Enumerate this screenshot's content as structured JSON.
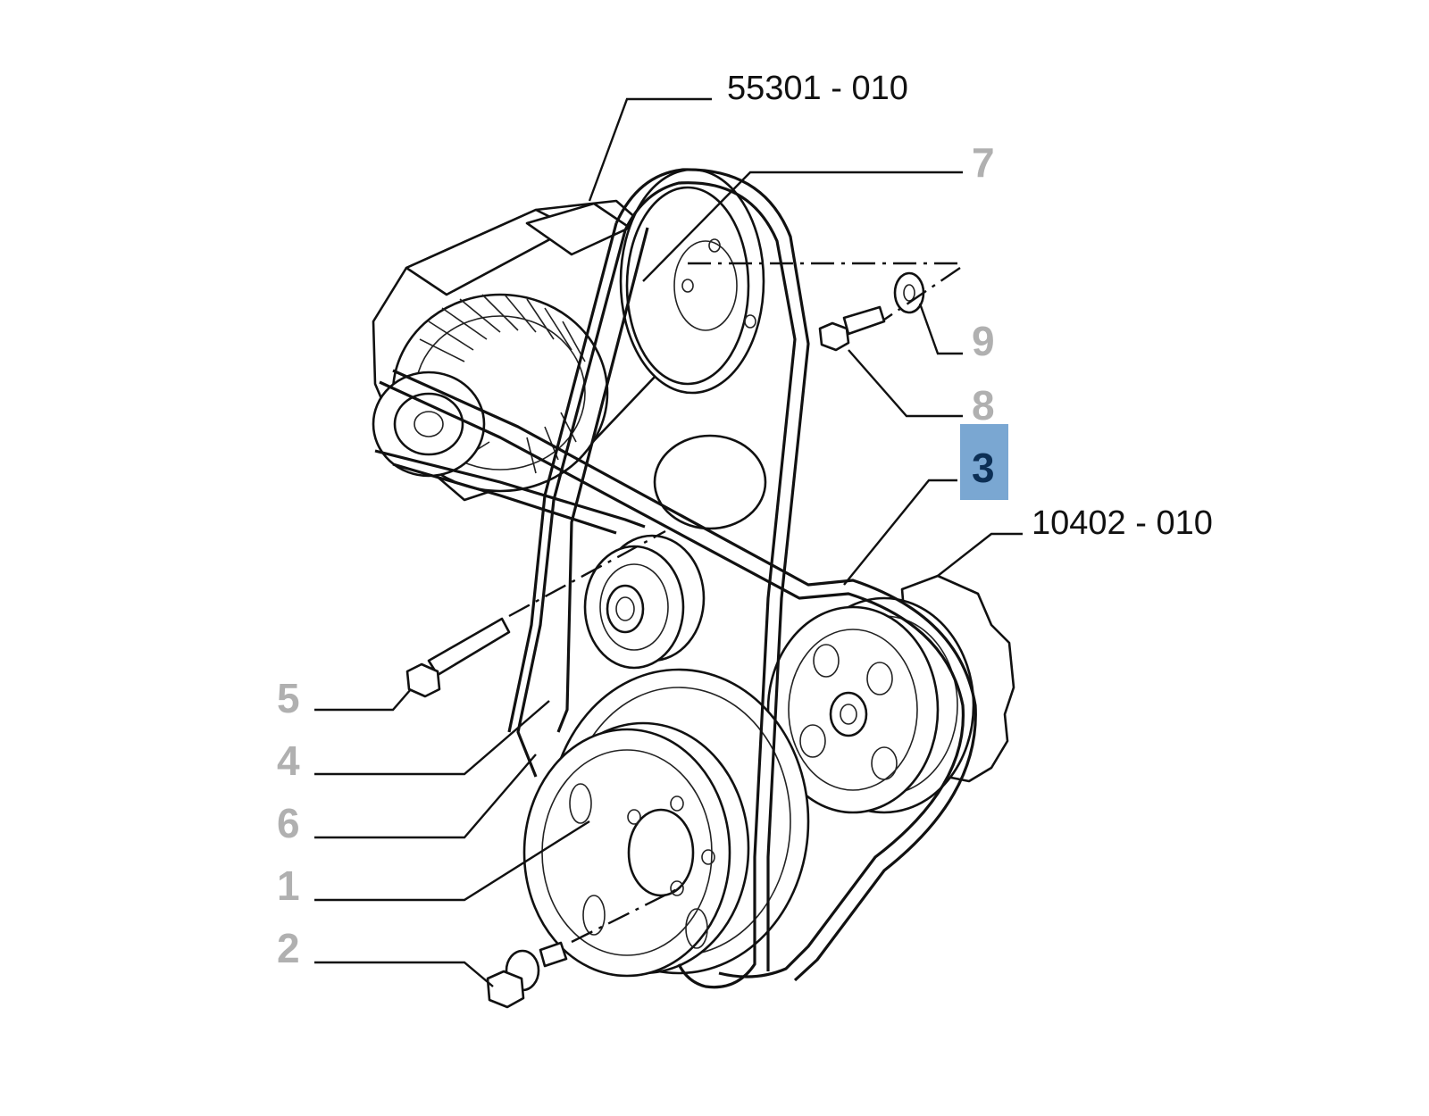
{
  "callouts": {
    "c_55301": "55301 - 010",
    "c_10402": "10402 - 010",
    "c_7": "7",
    "c_9": "9",
    "c_8": "8",
    "c_3": "3",
    "c_5": "5",
    "c_4": "4",
    "c_6": "6",
    "c_1": "1",
    "c_2": "2"
  },
  "highlight": {
    "item": "3",
    "box_color": "#7aa7d2",
    "text_color": "#0c2f55"
  },
  "colors": {
    "inactive_label": "#b0b0b0",
    "line": "#111111",
    "background": "#ffffff"
  }
}
